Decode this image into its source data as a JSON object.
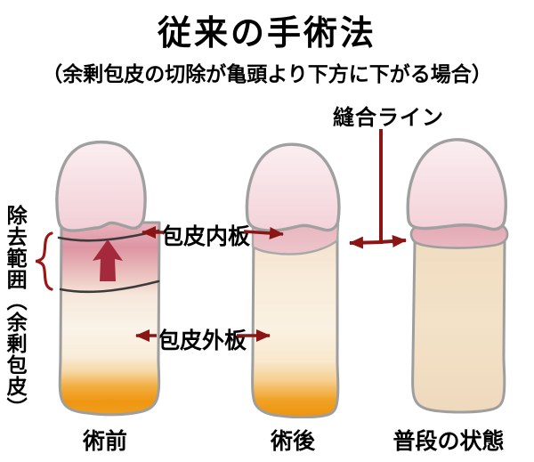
{
  "title": "従来の手術法",
  "subtitle": "（余剰包皮の切除が亀頭より下方に下がる場合）",
  "labels": {
    "suture_line": "縫合ライン",
    "removal_range": "除去範囲（余剰包皮）",
    "inner_plate": "包皮内板",
    "outer_plate": "包皮外板"
  },
  "captions": {
    "before": "術前",
    "after": "術後",
    "normal": "普段の状態"
  },
  "colors": {
    "arrow_red": "#8b1515",
    "up_arrow_red": "#a5293c",
    "brace_red": "#9a1717",
    "glans_pink_light": "#fbeff1",
    "glans_pink": "#f2cfd7",
    "inner_plate_pink": "#e8b5bf",
    "rolled_band_pink": "#e5abb7",
    "shaft_cream": "#faf3e8",
    "shaft_tan": "#f1dec3",
    "orange": "#ef9611",
    "outline_gray": "#9e9e9e",
    "cut_line_dark": "#3b3b3b",
    "text_black": "#000000"
  }
}
